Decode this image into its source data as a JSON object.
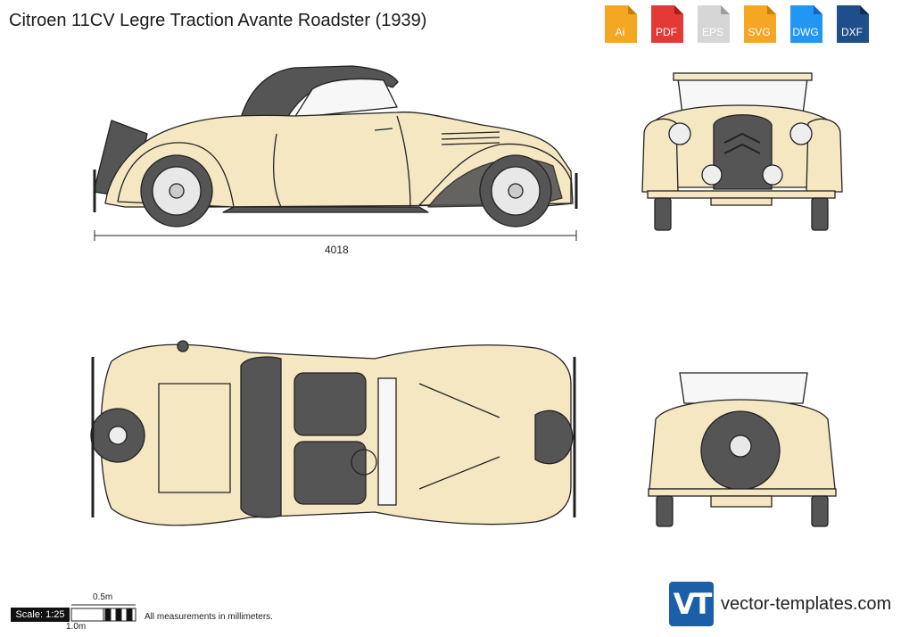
{
  "title": "Citroen 11CV Legre Traction Avante Roadster (1939)",
  "formats": [
    {
      "label": "Ai",
      "color": "#f5a623",
      "dark": "#c97f0c"
    },
    {
      "label": "PDF",
      "color": "#e53935",
      "dark": "#a61d1a"
    },
    {
      "label": "EPS",
      "color": "#d6d6d6",
      "dark": "#9e9e9e"
    },
    {
      "label": "SVG",
      "color": "#f5a623",
      "dark": "#c97f0c"
    },
    {
      "label": "DWG",
      "color": "#2196f3",
      "dark": "#1565c0"
    },
    {
      "label": "DXF",
      "color": "#1e4f8a",
      "dark": "#0f2f57"
    }
  ],
  "dimensions": {
    "length": "4018"
  },
  "scale": {
    "label": "Scale: 1:25",
    "half_meter": "0.5m",
    "one_meter": "1.0m"
  },
  "note": "All measurements in millimeters.",
  "brand": {
    "logo": "VT",
    "name": "vector-templates.com"
  },
  "watermark": "vector-templates.com",
  "colors": {
    "body": "#f5e7c2",
    "outline": "#222222",
    "dark": "#555555"
  }
}
